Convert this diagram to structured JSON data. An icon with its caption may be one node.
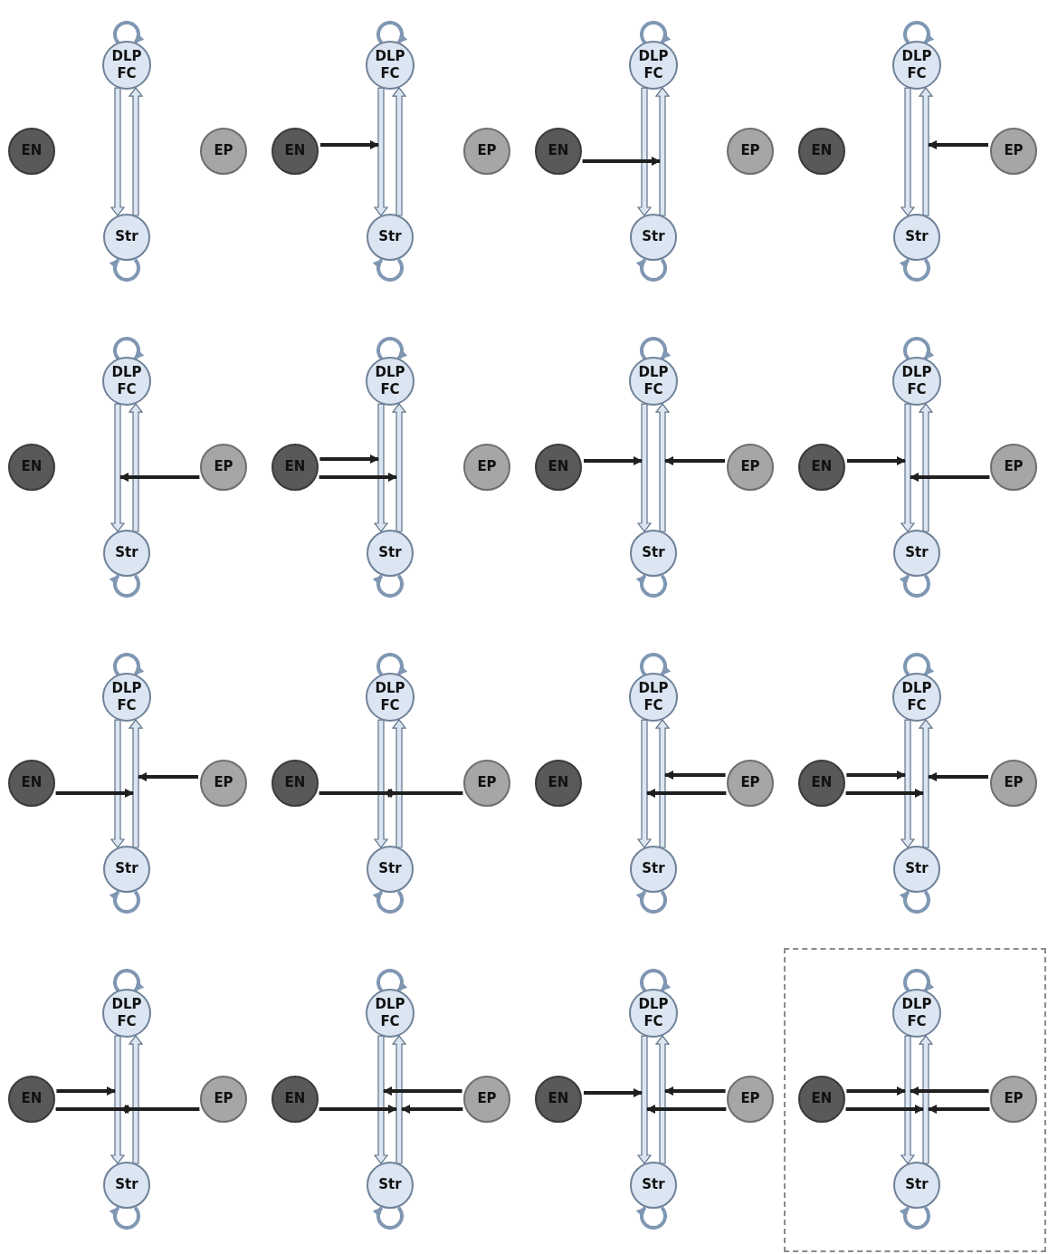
{
  "diagram": {
    "nodes": [
      {
        "text": [
          "DLP FC"
        ]
      },
      {
        "text": [
          "EN"
        ]
      },
      {
        "text": [
          "EP"
        ]
      },
      {
        "text": [
          "Str"
        ]
      },
      {
        "text": [
          "DLP FC"
        ]
      },
      {
        "text": [
          "EN"
        ]
      },
      {
        "text": [
          "EP"
        ]
      },
      {
        "text": [
          "Str"
        ]
      },
      {
        "text": [
          "DLP FC"
        ]
      },
      {
        "text": [
          "EN"
        ]
      },
      {
        "text": [
          "EP"
        ]
      },
      {
        "text": [
          "Str"
        ]
      },
      {
        "text": [
          "DLP FC"
        ]
      },
      {
        "text": [
          "EN"
        ]
      },
      {
        "text": [
          "EP"
        ]
      },
      {
        "text": [
          "Str"
        ]
      },
      {
        "text": [
          "DLP FC"
        ]
      },
      {
        "text": [
          "EN"
        ]
      },
      {
        "text": [
          "EP"
        ]
      },
      {
        "text": [
          "Str"
        ]
      },
      {
        "text": [
          "DLP FC"
        ]
      },
      {
        "text": [
          "EN"
        ]
      },
      {
        "text": [
          "EP"
        ]
      },
      {
        "text": [
          "Str"
        ]
      },
      {
        "text": [
          "DLP FC"
        ]
      },
      {
        "text": [
          "EN"
        ]
      },
      {
        "text": [
          "EP"
        ]
      },
      {
        "text": [
          "Str"
        ]
      },
      {
        "text": [
          "DLP FC"
        ]
      },
      {
        "text": [
          "EN"
        ]
      },
      {
        "text": [
          "EP"
        ]
      },
      {
        "text": [
          "Str"
        ]
      },
      {
        "text": [
          "DLP FC"
        ]
      },
      {
        "text": [
          "EN"
        ]
      },
      {
        "text": [
          "EP"
        ]
      },
      {
        "text": [
          "Str"
        ]
      },
      {
        "text": [
          "DLP FC"
        ]
      },
      {
        "text": [
          "EN"
        ]
      },
      {
        "text": [
          "EP"
        ]
      },
      {
        "text": [
          "Str"
        ]
      },
      {
        "text": [
          "DLP FC"
        ]
      },
      {
        "text": [
          "EN"
        ]
      },
      {
        "text": [
          "EP"
        ]
      },
      {
        "text": [
          "Str"
        ]
      },
      {
        "text": [
          "DLP FC"
        ]
      },
      {
        "text": [
          "EN"
        ]
      },
      {
        "text": [
          "EP"
        ]
      },
      {
        "text": [
          "Str"
        ]
      },
      {
        "text": [
          "DLP FC"
        ]
      },
      {
        "text": [
          "EN"
        ]
      },
      {
        "text": [
          "EP"
        ]
      },
      {
        "text": [
          "Str"
        ]
      },
      {
        "text": [
          "DLP FC"
        ]
      },
      {
        "text": [
          "EN"
        ]
      },
      {
        "text": [
          "EP"
        ]
      },
      {
        "text": [
          "Str"
        ]
      },
      {
        "text": [
          "DLP FC"
        ]
      },
      {
        "text": [
          "EN"
        ]
      },
      {
        "text": [
          "EP"
        ]
      },
      {
        "text": [
          "Str"
        ]
      },
      {
        "text": [],
        "shape": "box"
      },
      {
        "text": [
          "DLP FC"
        ],
        "in": 60
      },
      {
        "text": [
          "EN"
        ],
        "in": 60
      },
      {
        "text": [
          "EP"
        ],
        "in": 60
      },
      {
        "text": [
          "Str"
        ],
        "in": 60
      }
    ],
    "edges": [
      {
        "from": 0,
        "to": 0,
        "arrow": "to"
      },
      {
        "from": 0,
        "to": 3,
        "arrow": "to"
      },
      {
        "from": 3,
        "to": 0,
        "arrow": "to"
      },
      {
        "from": 3,
        "to": 3,
        "arrow": "to"
      },
      {
        "from": 4,
        "to": 4,
        "arrow": "to"
      },
      {
        "from": 4,
        "to": 7,
        "arrow": "to"
      },
      {
        "from": 7,
        "to": 4,
        "arrow": "to"
      },
      {
        "from": 7,
        "to": 7,
        "arrow": "to"
      },
      {
        "from": 5,
        "to": null,
        "arrow": "to",
        "color": "#1f1f1f"
      },
      {
        "from": 8,
        "to": 8,
        "arrow": "to"
      },
      {
        "from": 8,
        "to": 11,
        "arrow": "to"
      },
      {
        "from": 11,
        "to": 8,
        "arrow": "to"
      },
      {
        "from": 11,
        "to": 11,
        "arrow": "to"
      },
      {
        "from": 9,
        "to": null,
        "arrow": "to",
        "color": "#1f1f1f"
      },
      {
        "from": 12,
        "to": 12,
        "arrow": "to"
      },
      {
        "from": 12,
        "to": 15,
        "arrow": "to"
      },
      {
        "from": 15,
        "to": 12,
        "arrow": "to"
      },
      {
        "from": 15,
        "to": 15,
        "arrow": "to"
      },
      {
        "from": 14,
        "to": null,
        "arrow": "to",
        "color": "#1f1f1f"
      },
      {
        "from": 16,
        "to": 16,
        "arrow": "to"
      },
      {
        "from": 16,
        "to": 19,
        "arrow": "to"
      },
      {
        "from": 19,
        "to": 16,
        "arrow": "to"
      },
      {
        "from": 19,
        "to": 19,
        "arrow": "to"
      },
      {
        "from": 18,
        "to": null,
        "arrow": "to",
        "color": "#1f1f1f"
      },
      {
        "from": 20,
        "to": 20,
        "arrow": "to"
      },
      {
        "from": 20,
        "to": 23,
        "arrow": "to"
      },
      {
        "from": 23,
        "to": 20,
        "arrow": "to"
      },
      {
        "from": 23,
        "to": 23,
        "arrow": "to"
      },
      {
        "from": 21,
        "to": null,
        "arrow": "to",
        "color": "#1f1f1f"
      },
      {
        "from": 21,
        "to": null,
        "arrow": "to",
        "color": "#1f1f1f"
      },
      {
        "from": 24,
        "to": 24,
        "arrow": "to"
      },
      {
        "from": 24,
        "to": 27,
        "arrow": "to"
      },
      {
        "from": 27,
        "to": 24,
        "arrow": "to"
      },
      {
        "from": 27,
        "to": 27,
        "arrow": "to"
      },
      {
        "from": 25,
        "to": null,
        "arrow": "to",
        "color": "#1f1f1f"
      },
      {
        "from": 26,
        "to": null,
        "arrow": "to",
        "color": "#1f1f1f"
      },
      {
        "from": 28,
        "to": 28,
        "arrow": "to"
      },
      {
        "from": 28,
        "to": 31,
        "arrow": "to"
      },
      {
        "from": 31,
        "to": 28,
        "arrow": "to"
      },
      {
        "from": 31,
        "to": 31,
        "arrow": "to"
      },
      {
        "from": 29,
        "to": null,
        "arrow": "to",
        "color": "#1f1f1f"
      },
      {
        "from": 30,
        "to": null,
        "arrow": "to",
        "color": "#1f1f1f"
      },
      {
        "from": 32,
        "to": 32,
        "arrow": "to"
      },
      {
        "from": 32,
        "to": 35,
        "arrow": "to"
      },
      {
        "from": 35,
        "to": 32,
        "arrow": "to"
      },
      {
        "from": 35,
        "to": 35,
        "arrow": "to"
      },
      {
        "from": 33,
        "to": null,
        "arrow": "to",
        "color": "#1f1f1f"
      },
      {
        "from": 34,
        "to": null,
        "arrow": "to",
        "color": "#1f1f1f"
      },
      {
        "from": 36,
        "to": 36,
        "arrow": "to"
      },
      {
        "from": 36,
        "to": 39,
        "arrow": "to"
      },
      {
        "from": 39,
        "to": 36,
        "arrow": "to"
      },
      {
        "from": 39,
        "to": 39,
        "arrow": "to"
      },
      {
        "from": 37,
        "to": null,
        "arrow": "to",
        "color": "#1f1f1f"
      },
      {
        "from": 38,
        "to": null,
        "arrow": "to",
        "color": "#1f1f1f"
      },
      {
        "from": 40,
        "to": 40,
        "arrow": "to"
      },
      {
        "from": 40,
        "to": 43,
        "arrow": "to"
      },
      {
        "from": 43,
        "to": 40,
        "arrow": "to"
      },
      {
        "from": 43,
        "to": 43,
        "arrow": "to"
      },
      {
        "from": 42,
        "to": null,
        "arrow": "to",
        "color": "#1f1f1f"
      },
      {
        "from": 42,
        "to": null,
        "arrow": "to",
        "color": "#1f1f1f"
      },
      {
        "from": 44,
        "to": 44,
        "arrow": "to"
      },
      {
        "from": 44,
        "to": 47,
        "arrow": "to"
      },
      {
        "from": 47,
        "to": 44,
        "arrow": "to"
      },
      {
        "from": 47,
        "to": 47,
        "arrow": "to"
      },
      {
        "from": 45,
        "to": null,
        "arrow": "to",
        "color": "#1f1f1f"
      },
      {
        "from": 45,
        "to": null,
        "arrow": "to",
        "color": "#1f1f1f"
      },
      {
        "from": 46,
        "to": null,
        "arrow": "to",
        "color": "#1f1f1f"
      },
      {
        "from": 48,
        "to": 48,
        "arrow": "to"
      },
      {
        "from": 48,
        "to": 51,
        "arrow": "to"
      },
      {
        "from": 51,
        "to": 48,
        "arrow": "to"
      },
      {
        "from": 51,
        "to": 51,
        "arrow": "to"
      },
      {
        "from": 49,
        "to": null,
        "arrow": "to",
        "color": "#1f1f1f"
      },
      {
        "from": 49,
        "to": null,
        "arrow": "to",
        "color": "#1f1f1f"
      },
      {
        "from": 50,
        "to": null,
        "arrow": "to",
        "color": "#1f1f1f"
      },
      {
        "from": 52,
        "to": 52,
        "arrow": "to"
      },
      {
        "from": 52,
        "to": 55,
        "arrow": "to"
      },
      {
        "from": 55,
        "to": 52,
        "arrow": "to"
      },
      {
        "from": 55,
        "to": 55,
        "arrow": "to"
      },
      {
        "from": 53,
        "to": null,
        "arrow": "to",
        "color": "#1f1f1f"
      },
      {
        "from": 54,
        "to": null,
        "arrow": "to",
        "color": "#1f1f1f"
      },
      {
        "from": 54,
        "to": null,
        "arrow": "to",
        "color": "#1f1f1f"
      },
      {
        "from": 56,
        "to": 56,
        "arrow": "to"
      },
      {
        "from": 56,
        "to": 59,
        "arrow": "to"
      },
      {
        "from": 59,
        "to": 56,
        "arrow": "to"
      },
      {
        "from": 59,
        "to": 59,
        "arrow": "to"
      },
      {
        "from": 57,
        "to": null,
        "arrow": "to",
        "color": "#1f1f1f"
      },
      {
        "from": 58,
        "to": null,
        "arrow": "to",
        "color": "#1f1f1f"
      },
      {
        "from": 58,
        "to": null,
        "arrow": "to",
        "color": "#1f1f1f"
      },
      {
        "from": 61,
        "to": 61,
        "arrow": "to"
      },
      {
        "from": 61,
        "to": 64,
        "arrow": "to"
      },
      {
        "from": 64,
        "to": 61,
        "arrow": "to"
      },
      {
        "from": 64,
        "to": 64,
        "arrow": "to"
      },
      {
        "from": 62,
        "to": null,
        "arrow": "to",
        "color": "#1f1f1f"
      },
      {
        "from": 62,
        "to": null,
        "arrow": "to",
        "color": "#1f1f1f"
      },
      {
        "from": 63,
        "to": null,
        "arrow": "to",
        "color": "#1f1f1f"
      },
      {
        "from": 63,
        "to": null,
        "arrow": "to",
        "color": "#1f1f1f"
      }
    ]
  }
}
